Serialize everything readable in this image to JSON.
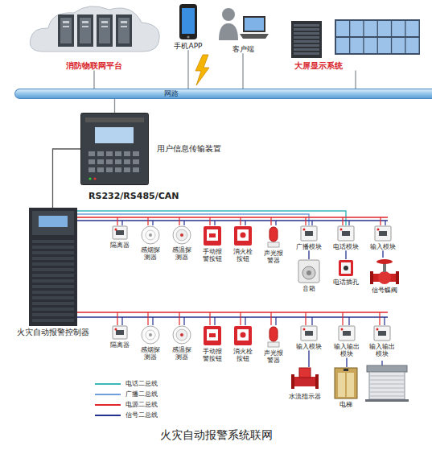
{
  "diagram": {
    "caption": "火灾自动报警系统联网",
    "nodes": [
      {
        "text": [
          "消防物联网平台"
        ]
      },
      {
        "text": [
          "手机APP"
        ]
      },
      {
        "text": [
          "客户端"
        ]
      },
      {
        "text": [
          "大屏显示系统"
        ]
      },
      {
        "text": [
          "网路"
        ]
      },
      {
        "text": [
          "用户信息传输装置"
        ]
      },
      {
        "text": [
          "火灾自动报警控制器"
        ]
      },
      {
        "text": [
          "隔离器"
        ]
      },
      {
        "text": [
          "感烟探测器"
        ]
      },
      {
        "text": [
          "感温探测器"
        ]
      },
      {
        "text": [
          "手动报警按钮"
        ]
      },
      {
        "text": [
          "消火栓按钮"
        ]
      },
      {
        "text": [
          "声光报警器"
        ]
      },
      {
        "text": [
          "广播模块"
        ]
      },
      {
        "text": [
          "电话模块"
        ]
      },
      {
        "text": [
          "输入模块"
        ]
      },
      {
        "text": [
          "音箱"
        ]
      },
      {
        "text": [
          "电话插孔"
        ]
      },
      {
        "text": [
          "信号蝶阀"
        ]
      },
      {
        "text": [
          "隔离器"
        ]
      },
      {
        "text": [
          "感烟探测器"
        ]
      },
      {
        "text": [
          "感温探测器"
        ]
      },
      {
        "text": [
          "手动报警按钮"
        ]
      },
      {
        "text": [
          "消火栓按钮"
        ]
      },
      {
        "text": [
          "声光报警器"
        ]
      },
      {
        "text": [
          "输入模块"
        ]
      },
      {
        "text": [
          "输入输出模块"
        ]
      },
      {
        "text": [
          "输入输出模块"
        ]
      },
      {
        "text": [
          "水流指示器"
        ]
      },
      {
        "text": [
          "电梯"
        ]
      }
    ],
    "edges": [
      {
        "from": 0,
        "to": 4,
        "arrow": "none"
      },
      {
        "from": 1,
        "to": 4,
        "arrow": "none"
      },
      {
        "from": 2,
        "to": 4,
        "arrow": "none"
      },
      {
        "from": 3,
        "to": 4,
        "arrow": "none"
      },
      {
        "from": 5,
        "to": 4,
        "arrow": "none"
      },
      {
        "from": 5,
        "to": 6,
        "label": "RS232/RS485/CAN",
        "arrow": "none"
      },
      {
        "from": 13,
        "to": 16,
        "arrow": "none"
      },
      {
        "from": 14,
        "to": 17,
        "arrow": "none"
      },
      {
        "from": 15,
        "to": 18,
        "arrow": "none"
      },
      {
        "from": 25,
        "to": 28,
        "arrow": "none"
      },
      {
        "from": 26,
        "to": 29,
        "arrow": "none"
      }
    ],
    "legend": [
      {
        "text": "电话二总线",
        "color": "#3bb7b9"
      },
      {
        "text": "广播二总线",
        "color": "#6f9fdc"
      },
      {
        "text": "电源二总线",
        "color": "#e0262a"
      },
      {
        "text": "信号二总线",
        "color": "#25318f"
      }
    ]
  }
}
